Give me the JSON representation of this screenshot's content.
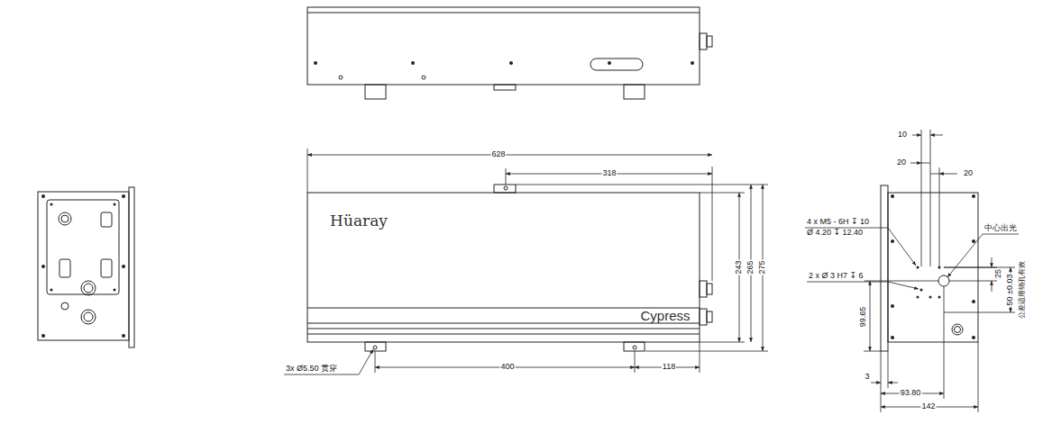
{
  "diagram": {
    "labels": [
      "10",
      "20",
      "20",
      "628",
      "318",
      "Hüaray",
      "Cypress",
      "243",
      "265",
      "275",
      "400",
      "118",
      "3x Ø5.50 贯穿",
      "4 x  M5 - 6H ↧ 10",
      "Ø 4.20 ↧ 12.40",
      "2 x Ø 3 H7 ↧ 6",
      "中心出光",
      "25",
      "50 ±0.03",
      "公差适用销孔有效",
      "99.65",
      "3",
      "93.80",
      "142"
    ]
  }
}
